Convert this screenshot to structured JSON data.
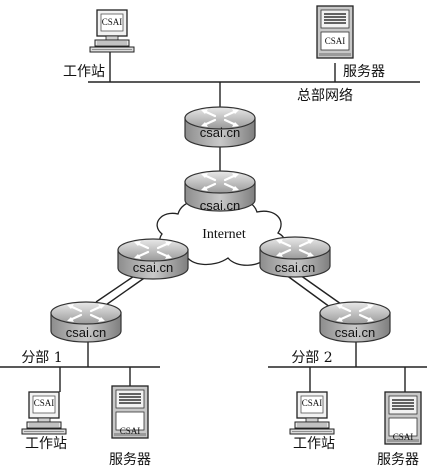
{
  "diagram": {
    "hq_label": "总部网络",
    "branch1_label": "分部 1",
    "branch2_label": "分部 2",
    "workstation_label": "工作站",
    "server_label": "服务器",
    "router_label": "csai.cn",
    "device_label": "CSAI",
    "cloud_label": "Internet"
  }
}
